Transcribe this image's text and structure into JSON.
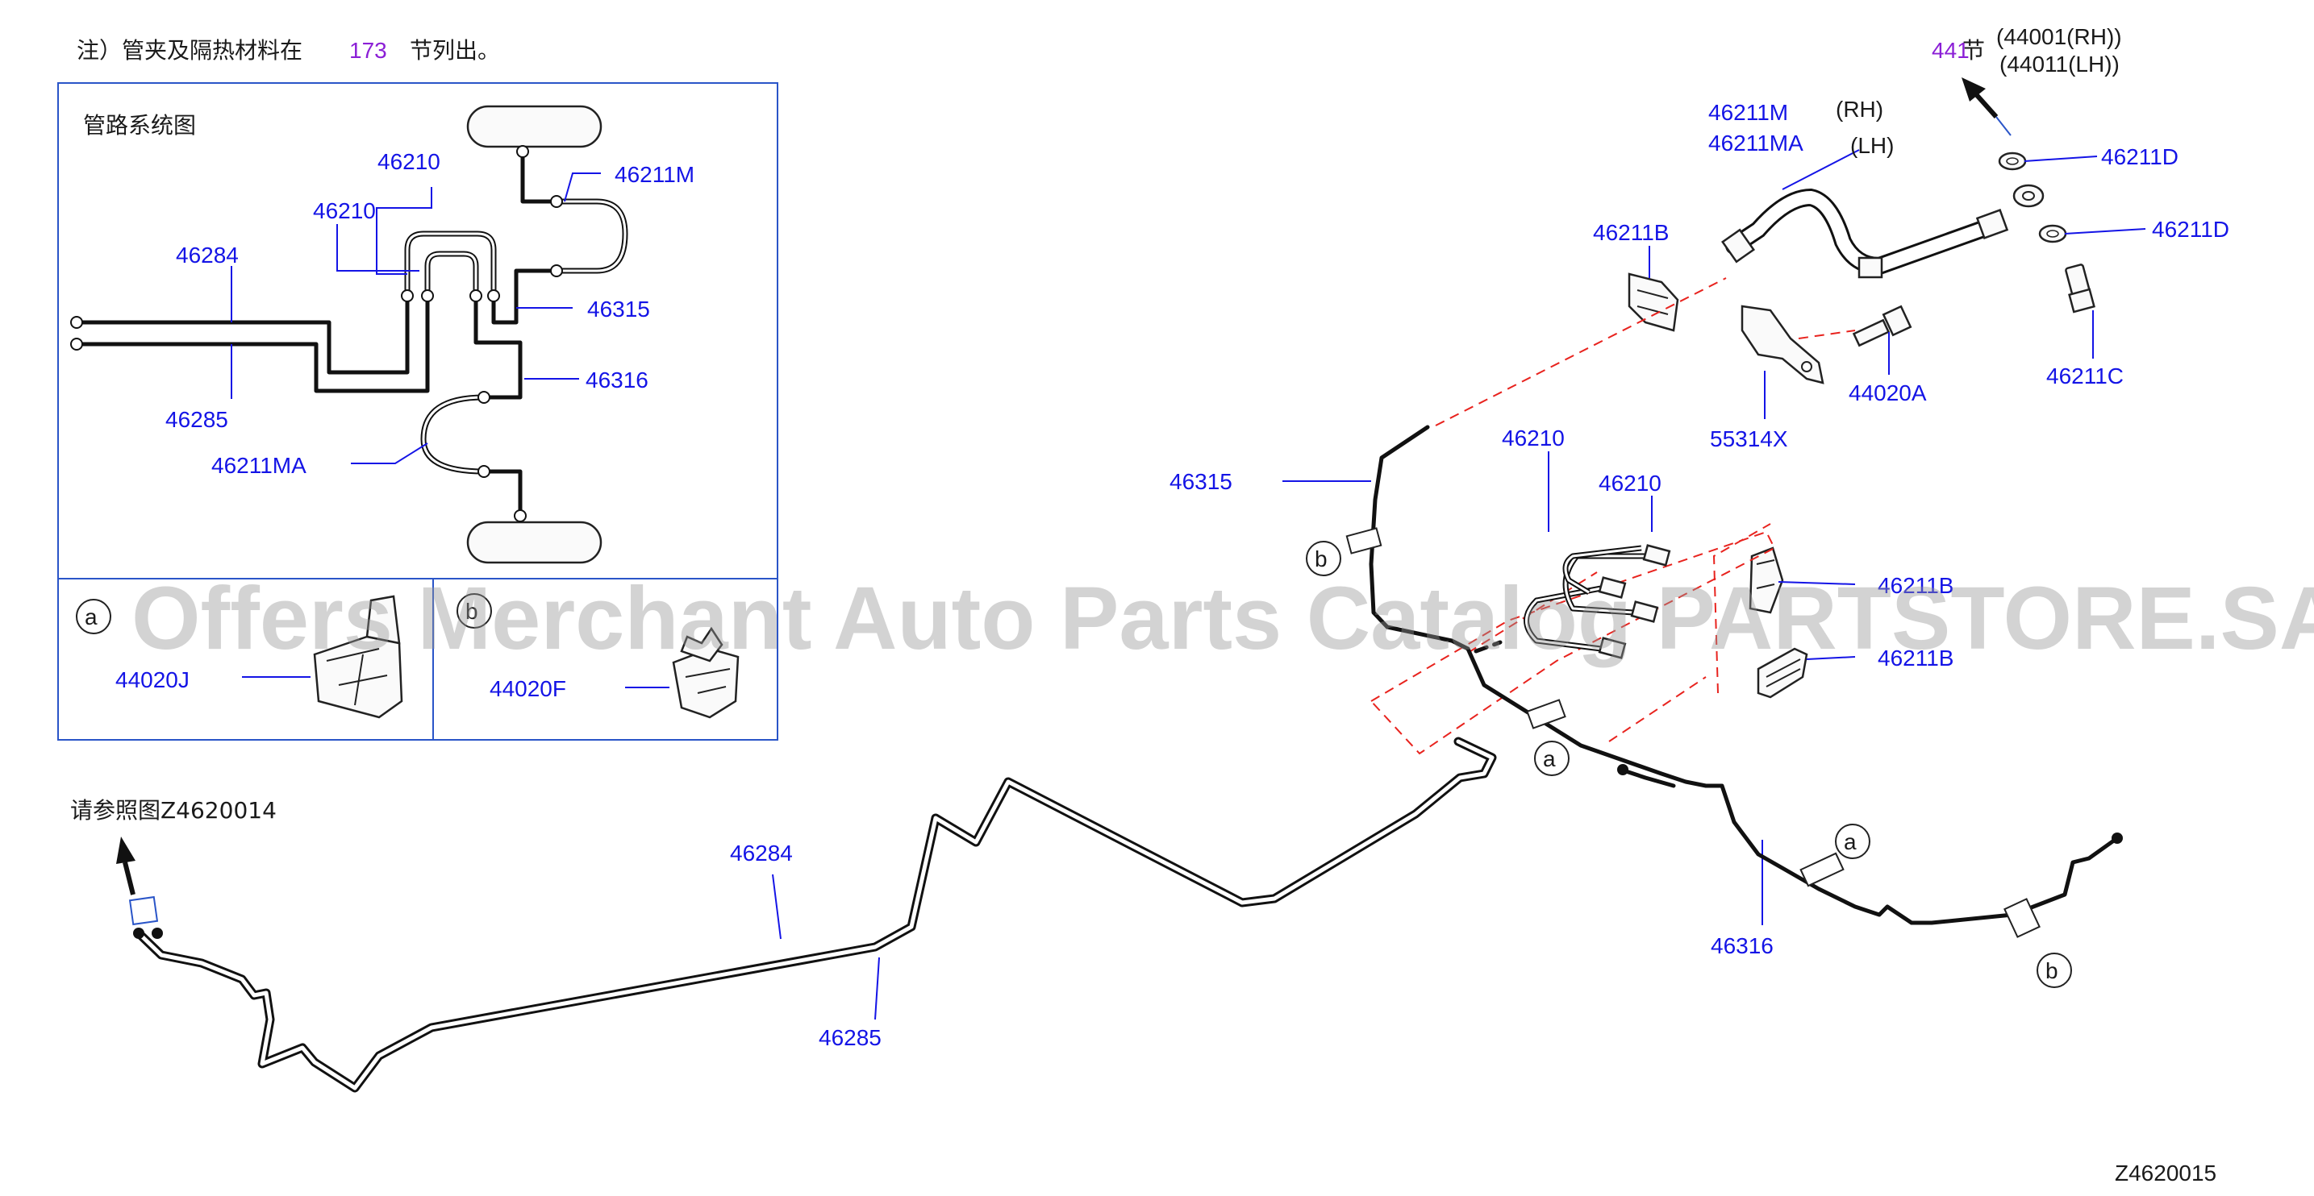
{
  "note": {
    "prefix": "注）管夹及隔热材料在",
    "page": "173",
    "suffix": "节列出。"
  },
  "inset": {
    "title": "管路系统图",
    "labels": {
      "l46210a": "46210",
      "l46210b": "46210",
      "l46211m": "46211M",
      "l46284": "46284",
      "l46315": "46315",
      "l46316": "46316",
      "l46285": "46285",
      "l46211ma": "46211MA"
    },
    "detail_a": {
      "marker": "a",
      "part": "44020J"
    },
    "detail_b": {
      "marker": "b",
      "part": "44020F"
    }
  },
  "top_right": {
    "section": "441",
    "section_suffix": "节",
    "ref_rh": "(44001(RH))",
    "ref_lh": "(44011(LH))"
  },
  "labels": {
    "p46211m": "46211M",
    "rh": "(RH)",
    "p46211ma": "46211MA",
    "lh": "(LH)",
    "p46211d_1": "46211D",
    "p46211d_2": "46211D",
    "p46211b_1": "46211B",
    "p44020a": "44020A",
    "p46211c": "46211C",
    "p55314x": "55314X",
    "p46210_1": "46210",
    "p46210_2": "46210",
    "p46315": "46315",
    "p46211b_2": "46211B",
    "p46211b_3": "46211B",
    "p46284": "46284",
    "p46285": "46285",
    "p46316": "46316"
  },
  "markers": {
    "b1": "b",
    "a1": "a",
    "a2": "a",
    "b2": "b"
  },
  "see_ref": "请参照图Z4620014",
  "diagram_code": "Z4620015",
  "watermark": "Offers Merchant Auto Parts Catalog PARTSTORE.SA"
}
